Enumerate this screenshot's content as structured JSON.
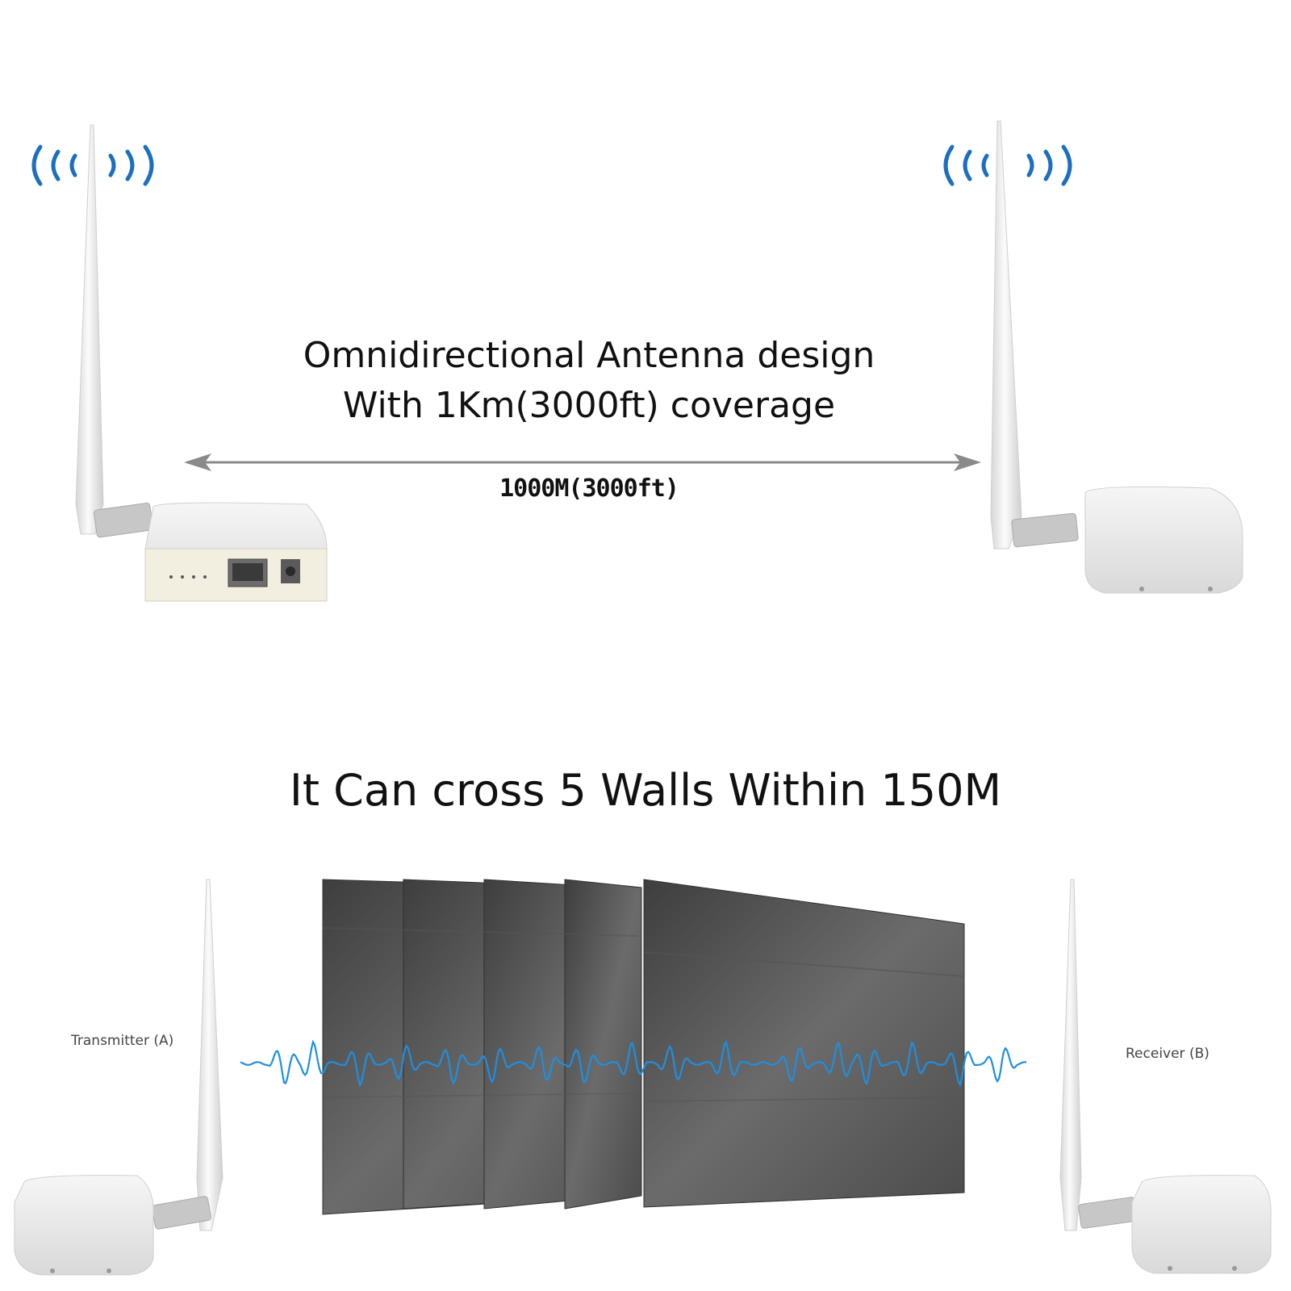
{
  "top": {
    "headline_line1": "Omnidirectional Antenna design",
    "headline_line2": "With 1Km(3000ft) coverage",
    "distance_label": "1000M(3000ft)"
  },
  "bottom": {
    "headline": "It Can cross 5 Walls Within 150M",
    "transmitter_label": "Transmitter (A)",
    "receiver_label": "Receiver (B)"
  },
  "colors": {
    "signal_blue": "#1f8fe0",
    "wave_icon_blue": "#1c6fc0",
    "device_white": "#eeeeee",
    "wall_gray": "#5a5a5a"
  }
}
